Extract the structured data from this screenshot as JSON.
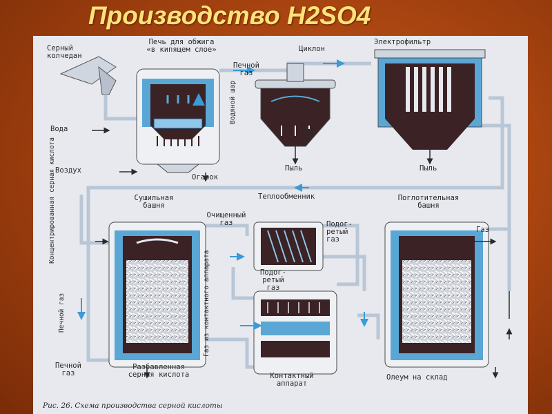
{
  "title": "Производство H2SO4",
  "labels": {
    "pyrite": [
      "Серный",
      "колчедан"
    ],
    "furnace": [
      "Печь для обжига",
      "«в кипящем слое»"
    ],
    "cyclone": "Циклон",
    "electrofilter": "Электрофильтр",
    "furnace_gas_top": [
      "Печной",
      "газ"
    ],
    "water_jacket": [
      "Водяной",
      "шар"
    ],
    "water": "Вода",
    "air": "Воздух",
    "cinder": "Огарок",
    "dust_cyclone": "Пыль",
    "dust_filter": "Пыль",
    "drying_tower": [
      "Сушильная",
      "башня"
    ],
    "heat_exchanger": "Теплообменник",
    "absorption_tower": [
      "Поглотительная",
      "башня"
    ],
    "purified_gas": [
      "Очищенный",
      "газ"
    ],
    "preheated_gas_1": [
      "Подог-",
      "ретый",
      "газ"
    ],
    "preheated_gas_2": [
      "Подог-",
      "ретый",
      "газ"
    ],
    "gas_out": "Газ",
    "conc_acid": "Концентрированная серная кислота",
    "furnace_gas_side": "Печной газ",
    "gas_from_contact": "Газ из контактного аппарата",
    "furnace_gas_bottom": [
      "Печной",
      "газ"
    ],
    "dilute_acid": [
      "Разбавленная",
      "серная кислота"
    ],
    "contact_apparatus": [
      "Контактный",
      "аппарат"
    ],
    "oleum": "Олеум на склад",
    "caption": "Рис. 26. Схема производства серной кислоты"
  },
  "colors": {
    "steel": "#5aa7d6",
    "dark": "#3a2225",
    "pipe": "#b9c6d6",
    "arrow": "#3a9bd8",
    "packing": "#d9dbe0"
  }
}
